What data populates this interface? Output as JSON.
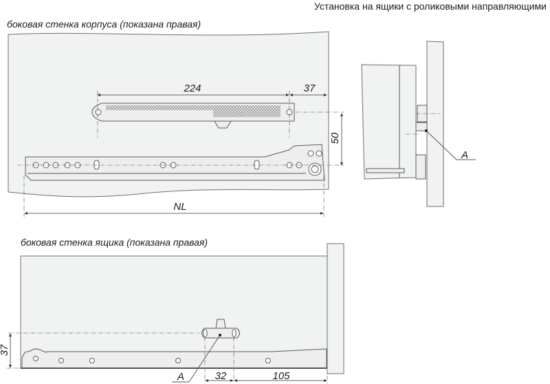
{
  "title": "Установка на ящики с роликовыми направляющими",
  "cabinet_view": {
    "label": "боковая стенка корпуса (показана правая)",
    "dims": {
      "damper_span": "224",
      "front_offset": "37",
      "height_offset": "50",
      "rail_length": "NL"
    }
  },
  "side_view": {
    "callout": "A"
  },
  "drawer_view": {
    "label": "боковая стенка ящика (показана правая)",
    "dims": {
      "height": "37",
      "hole_spacing": "32",
      "front_offset": "105"
    },
    "callout": "A"
  }
}
